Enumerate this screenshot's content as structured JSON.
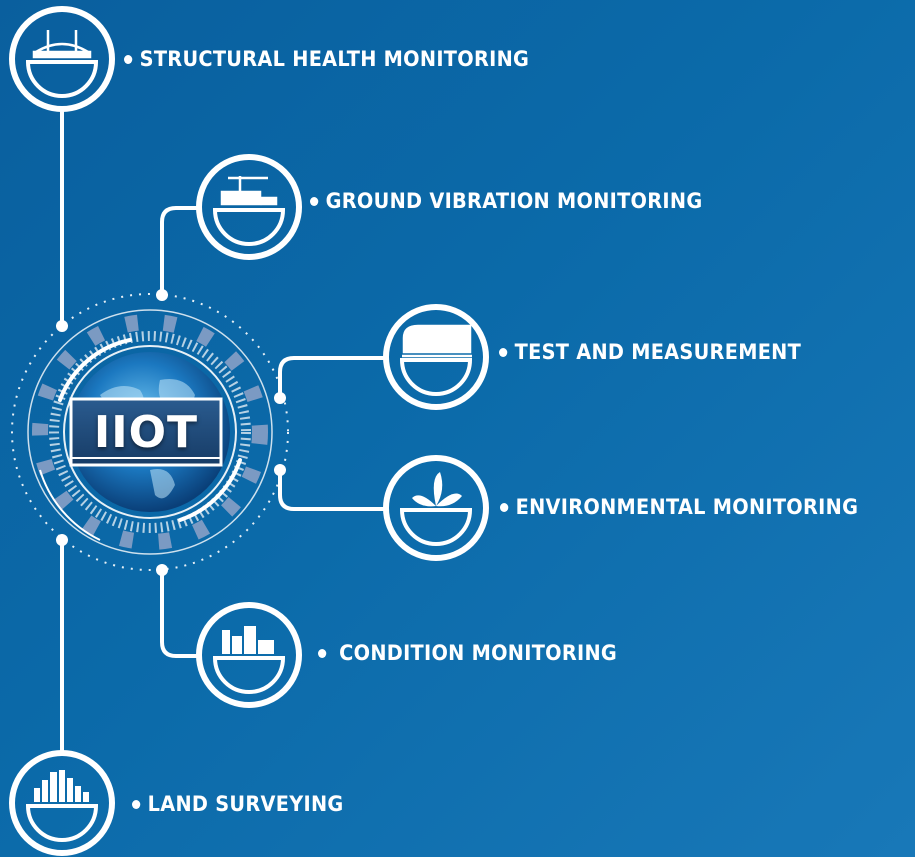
{
  "hub": {
    "label": "IIOT"
  },
  "nodes": [
    {
      "id": "structural",
      "label": "STRUCTURAL HEALTH MONITORING",
      "icon": "bridge-icon"
    },
    {
      "id": "ground",
      "label": "GROUND VIBRATION MONITORING",
      "icon": "construction-crane-icon"
    },
    {
      "id": "test",
      "label": "TEST AND MEASUREMENT",
      "icon": "train-icon"
    },
    {
      "id": "environmental",
      "label": "ENVIRONMENTAL MONITORING",
      "icon": "plant-leaves-icon"
    },
    {
      "id": "condition",
      "label": "CONDITION MONITORING",
      "icon": "factory-icon"
    },
    {
      "id": "land",
      "label": "LAND SURVEYING",
      "icon": "city-skyline-icon"
    }
  ],
  "colors": {
    "background": "#0b6aa9",
    "line": "#ffffff",
    "accent": "#8fa3c8"
  }
}
